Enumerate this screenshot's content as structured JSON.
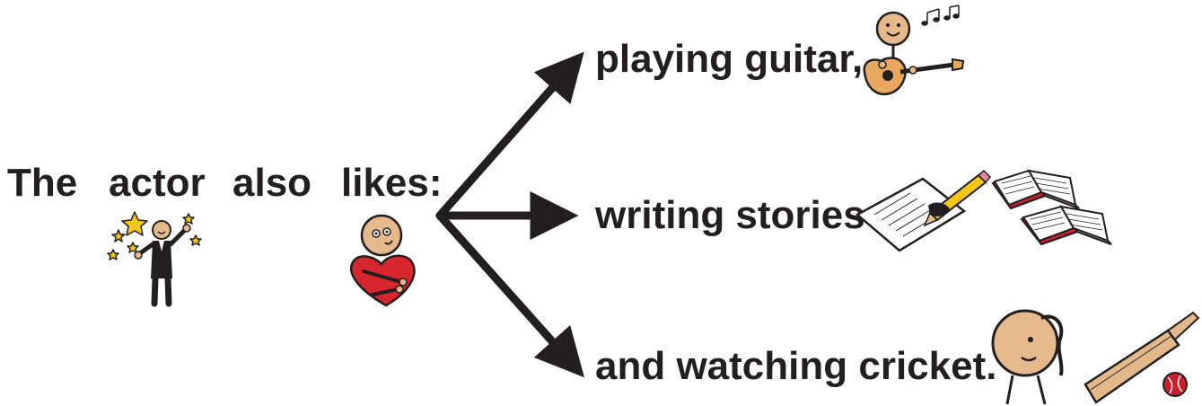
{
  "sentence": {
    "word1": "The",
    "word2": "actor",
    "word3": "also",
    "word4": "likes:"
  },
  "options": {
    "guitar": "playing guitar,",
    "writing": "writing stories",
    "cricket": "and watching cricket."
  },
  "icons": {
    "actor": "actor-icon",
    "likes": "heart-hug-icon",
    "guitar": "guitar-player-icon",
    "writing": "writing-paper-icon",
    "books": "open-books-icon",
    "cricket": "cricket-watcher-icon",
    "bat": "cricket-bat-ball-icon"
  },
  "colors": {
    "text": "#231f20",
    "skin": "#e6b98c",
    "heart": "#d8262e",
    "guitar": "#e9a860",
    "star": "#f5c518",
    "ball": "#c8202a",
    "bat": "#e3b98a"
  }
}
